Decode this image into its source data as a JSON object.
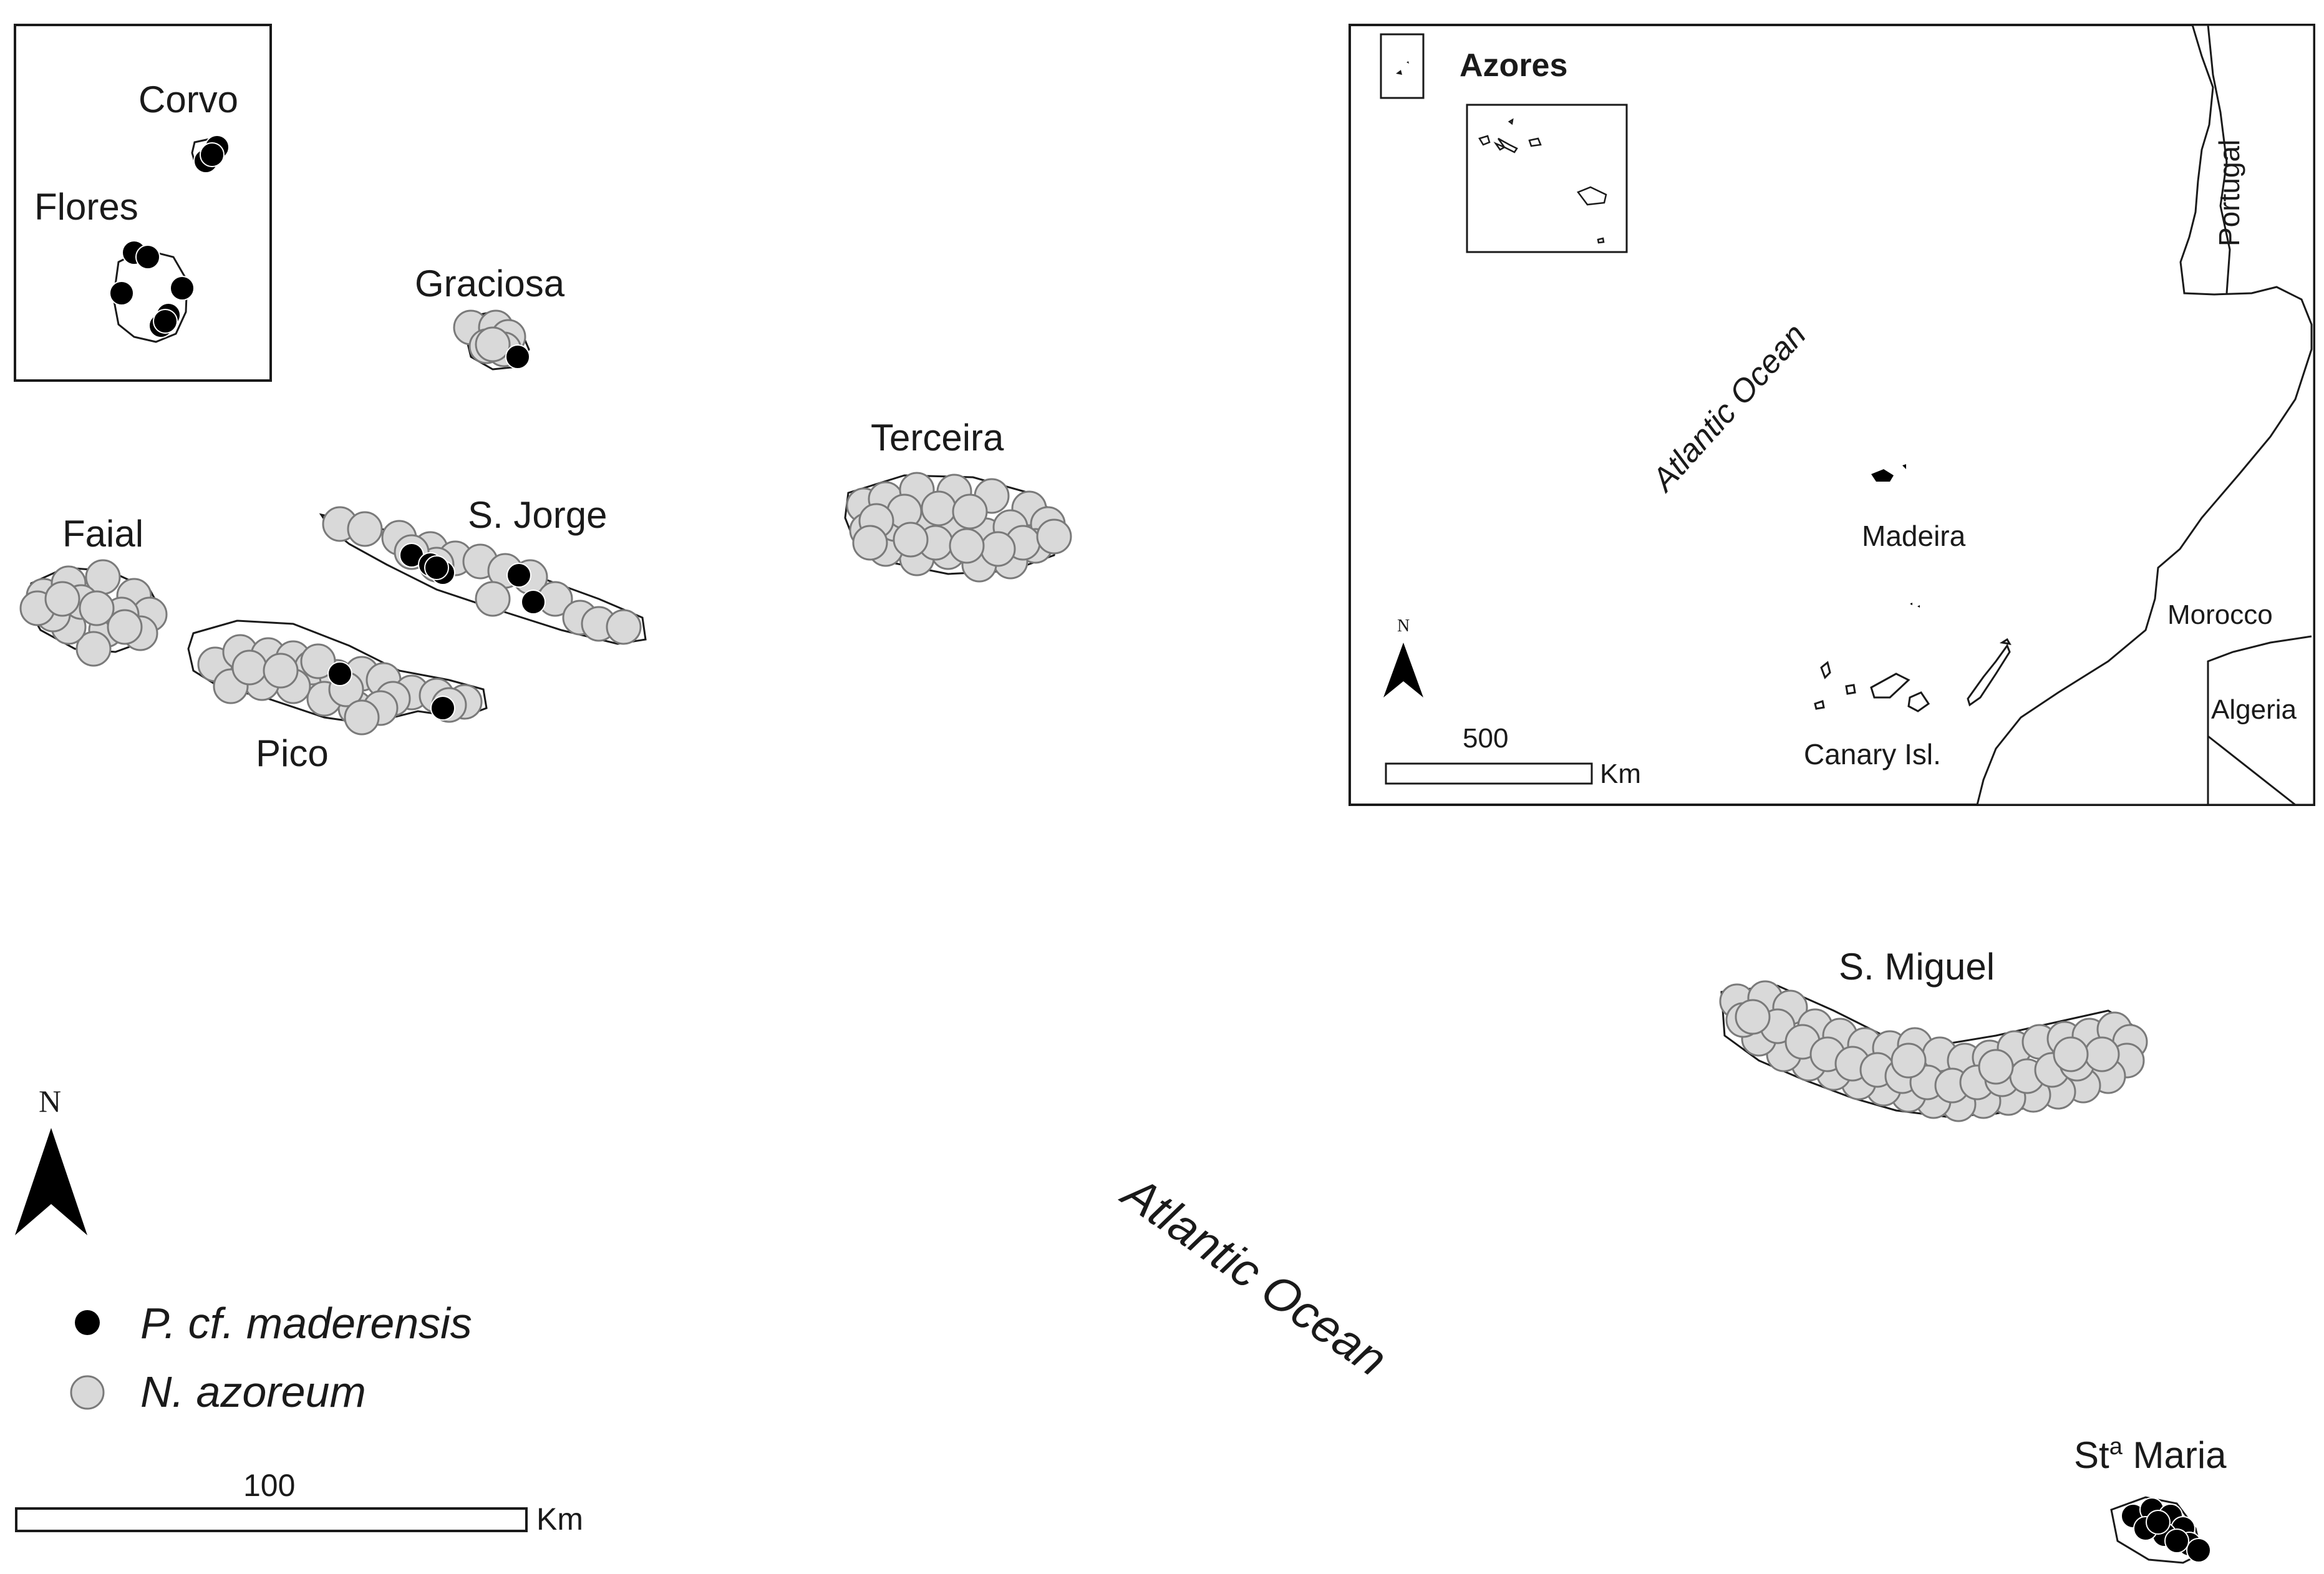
{
  "title": "",
  "legend": {
    "items": [
      {
        "label": "P. cf. maderensis",
        "color": "#000000"
      },
      {
        "label": "N. azoreum",
        "color": "#d9d9d9"
      }
    ]
  },
  "north_label": "N",
  "ocean_label": "Atlantic Ocean",
  "scale_bar": {
    "value": "100",
    "unit": "Km"
  },
  "island_labels": {
    "corvo": "Corvo",
    "flores": "Flores",
    "graciosa": "Graciosa",
    "terceira": "Terceira",
    "faial": "Faial",
    "s_jorge": "S. Jorge",
    "pico": "Pico",
    "s_miguel": "S. Miguel",
    "sta_maria_main": "St",
    "sta_maria_sup": "a",
    "sta_maria_tail": " Maria"
  },
  "inset": {
    "azores_label": "Azores",
    "ocean_label": "Atlantic Ocean",
    "madeira_label": "Madeira",
    "canary_label": "Canary Isl.",
    "portugal_label": "Portugal",
    "morocco_label": "Morocco",
    "algeria_label": "Algeria",
    "north_label": "N",
    "scale_value": "500",
    "scale_unit": "Km"
  },
  "colors": {
    "p_maderensis": "#000000",
    "n_azoreum_fill": "#d9d9d9",
    "n_azoreum_stroke": "#7a7a7a",
    "coast": "#1a1a1a"
  },
  "records": {
    "corvo": {
      "p_maderensis": 3,
      "n_azoreum": 0
    },
    "flores": {
      "p_maderensis": 7,
      "n_azoreum": 0
    },
    "graciosa": {
      "p_maderensis": 1,
      "n_azoreum": 6
    },
    "terceira": {
      "p_maderensis": 0,
      "n_azoreum": 30
    },
    "faial": {
      "p_maderensis": 0,
      "n_azoreum": 16
    },
    "s_jorge": {
      "p_maderensis": 6,
      "n_azoreum": 15
    },
    "pico": {
      "p_maderensis": 2,
      "n_azoreum": 24
    },
    "s_miguel": {
      "p_maderensis": 0,
      "n_azoreum": 52
    },
    "sta_maria": {
      "p_maderensis": 10,
      "n_azoreum": 0
    }
  }
}
